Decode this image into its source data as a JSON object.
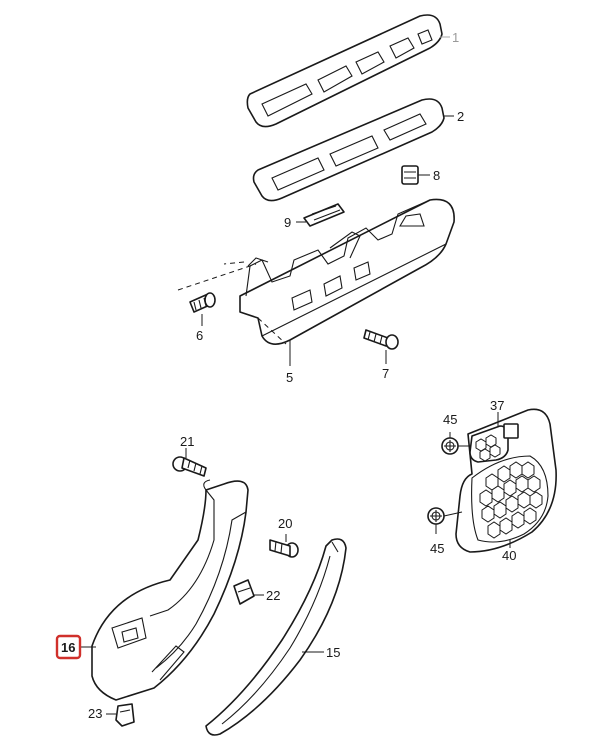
{
  "diagram": {
    "callouts": {
      "c1": "1",
      "c2": "2",
      "c5": "5",
      "c6": "6",
      "c7": "7",
      "c8": "8",
      "c9": "9",
      "c15": "15",
      "c16": "16",
      "c20": "20",
      "c21": "21",
      "c22": "22",
      "c23": "23",
      "c37": "37",
      "c40": "40",
      "c45a": "45",
      "c45b": "45"
    },
    "highlighted_part": "16",
    "colors": {
      "line": "#1a1a1a",
      "faint_label": "#9a9a9a",
      "highlight": "#d0302b"
    }
  }
}
